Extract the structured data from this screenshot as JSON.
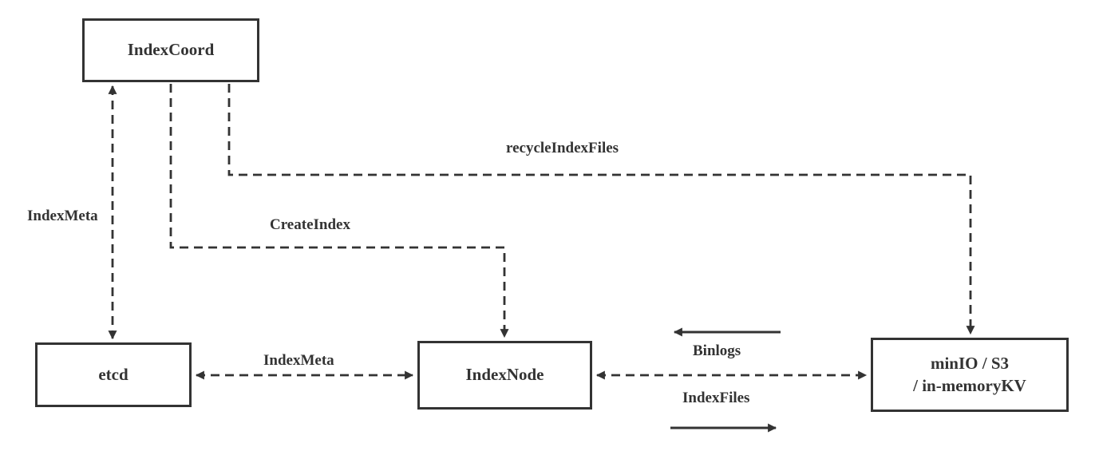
{
  "diagram": {
    "type": "architecture-flow",
    "colors": {
      "stroke": "#333333",
      "text": "#333333",
      "background": "#ffffff"
    },
    "nodes": {
      "indexcoord": {
        "label": "IndexCoord"
      },
      "etcd": {
        "label": "etcd"
      },
      "indexnode": {
        "label": "IndexNode"
      },
      "storage": {
        "label_line1": "minIO / S3",
        "label_line2": "/ in-memoryKV"
      }
    },
    "edges": {
      "indexcoord_etcd": {
        "label": "IndexMeta",
        "style": "dashed",
        "direction": "both"
      },
      "indexcoord_indexnode": {
        "label": "CreateIndex",
        "style": "dashed",
        "direction": "to-indexnode"
      },
      "indexcoord_storage": {
        "label": "recycleIndexFiles",
        "style": "dashed",
        "direction": "to-storage"
      },
      "etcd_indexnode": {
        "label": "IndexMeta",
        "style": "dashed",
        "direction": "both"
      },
      "indexnode_storage": {
        "style": "dashed",
        "direction": "both"
      },
      "binlogs_flow": {
        "label": "Binlogs",
        "style": "solid",
        "direction": "left"
      },
      "indexfiles_flow": {
        "label": "IndexFiles",
        "style": "solid",
        "direction": "right"
      }
    }
  }
}
